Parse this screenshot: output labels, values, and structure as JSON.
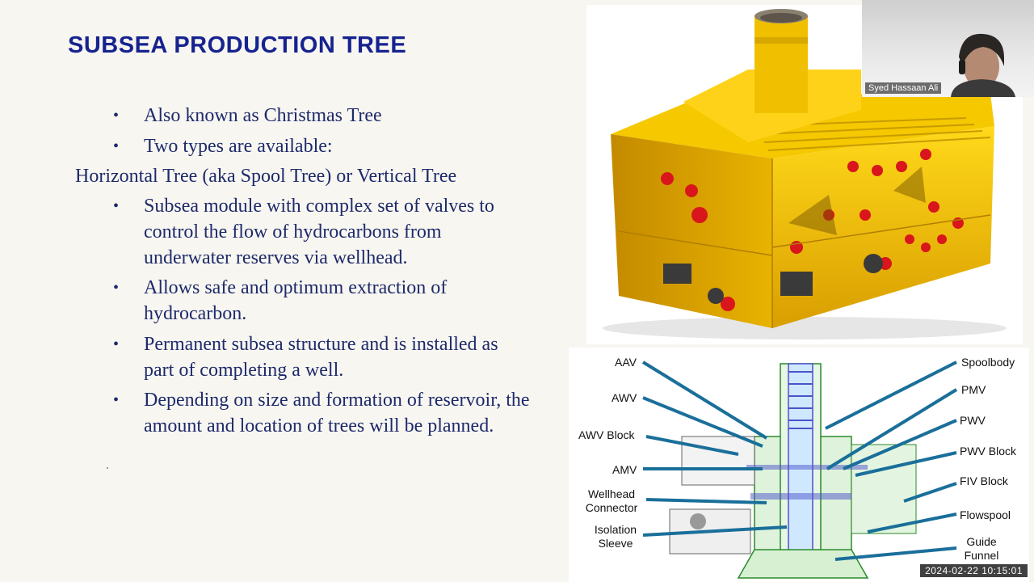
{
  "slide": {
    "title": "SUBSEA PRODUCTION TREE",
    "bullets": [
      "Also known as Christmas Tree",
      "Two types are available:",
      "Subsea module with complex set of valves to control the flow of hydrocarbons from underwater reserves via wellhead.",
      "Allows safe and optimum extraction of hydrocarbon.",
      "Permanent subsea structure and is installed as part of completing a well.",
      "Depending on size and formation of reservoir, the amount and location of trees will be planned."
    ],
    "subline": "Horizontal Tree (aka Spool Tree) or Vertical Tree",
    "bullet_glyph": "•"
  },
  "diagram": {
    "left_labels": [
      "AAV",
      "AWV",
      "AWV Block",
      "AMV",
      "Wellhead Connector",
      "Isolation Sleeve"
    ],
    "right_labels": [
      "Spoolbody",
      "PMV",
      "PWV",
      "PWV Block",
      "FIV Block",
      "Flowspool",
      "Guide Funnel"
    ]
  },
  "webcam": {
    "name": "Syed Hassaan Ali"
  },
  "recording": {
    "timestamp": "2024-02-22  10:15:01"
  },
  "colors": {
    "title": "#16238f",
    "text": "#1d2a6b",
    "arrow": "#1a6f9a",
    "equipment": "#f2c200"
  }
}
